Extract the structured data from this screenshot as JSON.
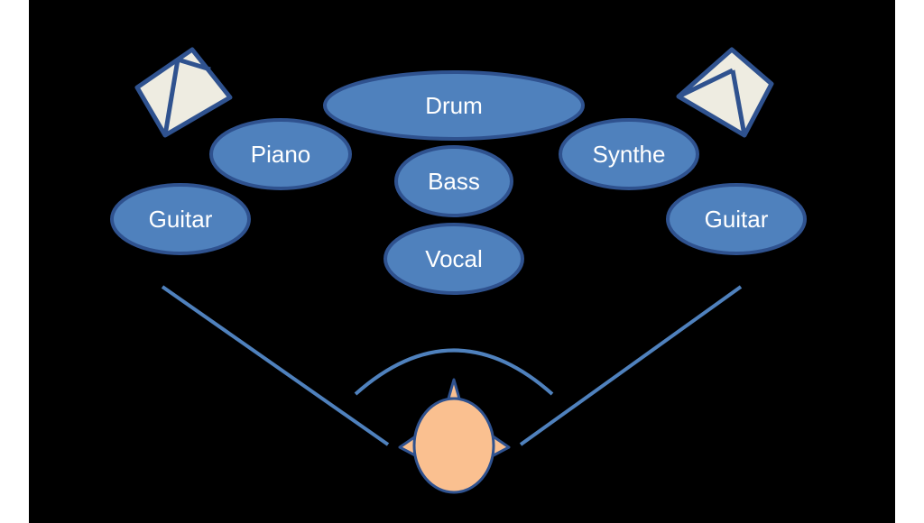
{
  "instruments": {
    "guitar_left": "Guitar",
    "piano": "Piano",
    "drum": "Drum",
    "bass": "Bass",
    "vocal": "Vocal",
    "synthe": "Synthe",
    "guitar_right": "Guitar"
  },
  "colors": {
    "background": "#000000",
    "ellipse_fill": "#4f81bd",
    "ellipse_stroke": "#2f528f",
    "line": "#4f81bd",
    "speaker_fill": "#eeece1",
    "speaker_stroke": "#2f528f",
    "head_fill": "#fac090",
    "head_stroke": "#2f528f"
  },
  "icons": {
    "speaker_left": "speaker-icon",
    "speaker_right": "speaker-icon",
    "listener": "listener-head-icon"
  }
}
